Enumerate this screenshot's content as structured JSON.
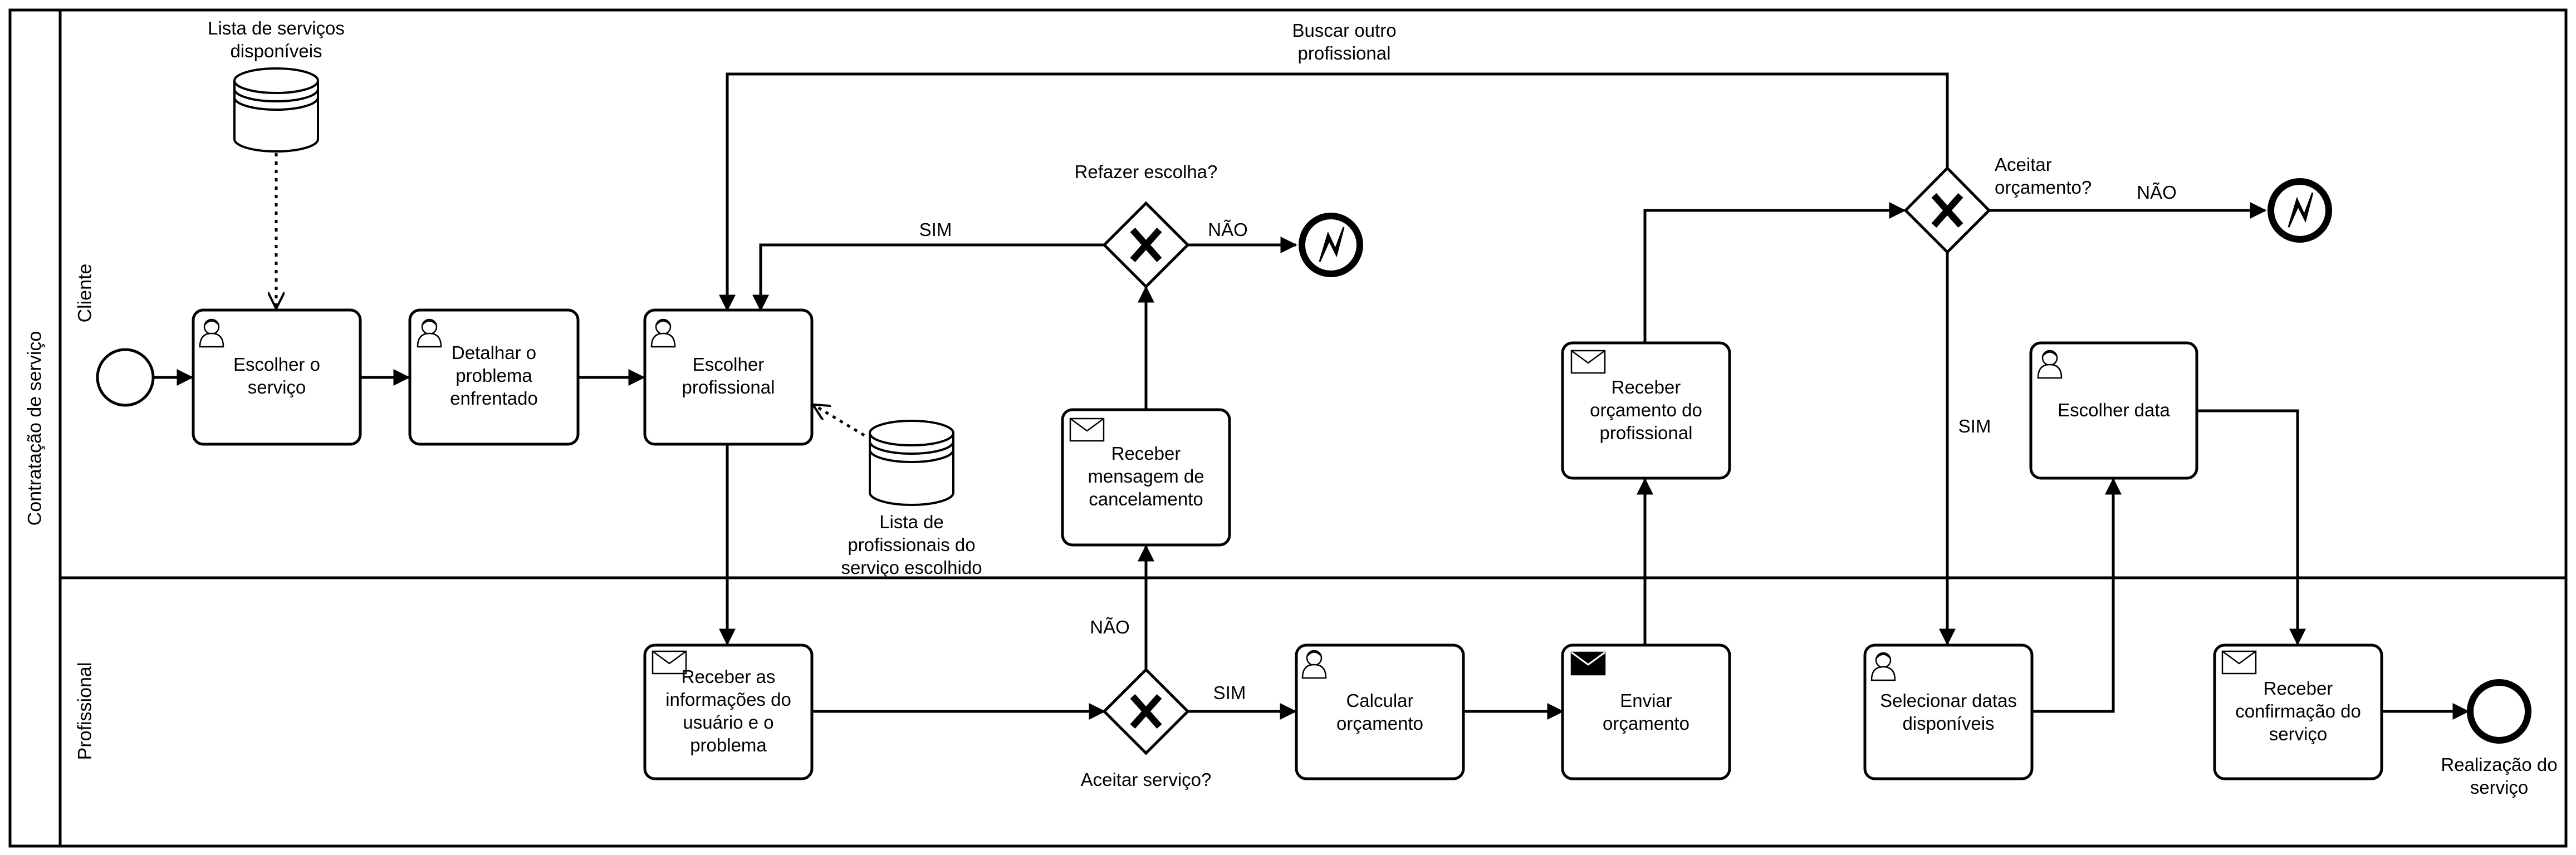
{
  "pool": {
    "label": "Contratação de serviço"
  },
  "lanes": {
    "cliente": "Cliente",
    "profissional": "Profissional"
  },
  "tasks": {
    "escolher_servico": "Escolher o\nserviço",
    "detalhar_problema": "Detalhar o\nproblema\nenfrentado",
    "escolher_profissional": "Escolher\nprofissional",
    "receber_cancelamento": "Receber\nmensagem de\ncancelamento",
    "receber_orcamento": "Receber\norçamento do\nprofissional",
    "escolher_data": "Escolher data",
    "receber_informacoes": "Receber as\ninformações do\nusuário e o\nproblema",
    "calcular_orcamento": "Calcular\norçamento",
    "enviar_orcamento": "Enviar\norçamento",
    "selecionar_datas": "Selecionar datas\ndisponíveis",
    "receber_confirmacao": "Receber\nconfirmação do\nserviço"
  },
  "data_stores": {
    "servicos": "Lista de serviços\ndisponíveis",
    "profissionais": "Lista de\nprofissionais do\nserviço escolhido"
  },
  "gateways": {
    "refazer": "Refazer escolha?",
    "aceitar_orcamento": "Aceitar\norçamento?",
    "aceitar_servico": "Aceitar serviço?"
  },
  "flow_labels": {
    "buscar_outro": "Buscar outro\nprofissional",
    "sim_refazer": "SIM",
    "nao_refazer": "NÃO",
    "nao_orcamento": "NÃO",
    "sim_orcamento": "SIM",
    "nao_servico": "NÃO",
    "sim_servico": "SIM"
  },
  "events": {
    "fim": "Realização do\nserviço"
  },
  "icons": {
    "user_task": "user-icon",
    "receive_task": "envelope-outline-icon",
    "send_task": "envelope-filled-icon",
    "gateway": "exclusive-x-icon",
    "error_end": "lightning-icon"
  }
}
